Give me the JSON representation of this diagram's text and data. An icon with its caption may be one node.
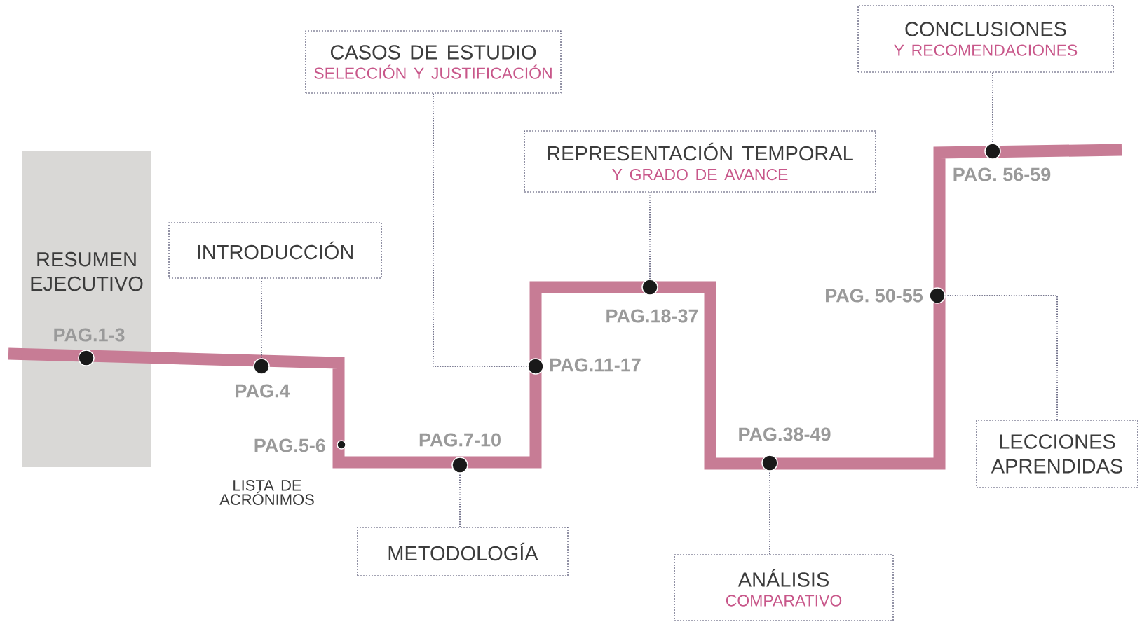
{
  "diagram": {
    "nodes": [
      {
        "text": [
          "RESUMEN EJECUTIVO"
        ]
      },
      {
        "text": [],
        "shape": "circle",
        "beside": [
          "PAG.1-3"
        ],
        "in": 0
      },
      {
        "text": [
          "INTRODUCCIÓN"
        ]
      },
      {
        "text": [],
        "shape": "circle",
        "beside": [
          "PAG.4"
        ]
      },
      {
        "text": [],
        "shape": "circle",
        "beside": [
          "PAG.5-6",
          "LISTA DE ACRÓNIMOS"
        ]
      },
      {
        "text": [],
        "shape": "circle",
        "beside": [
          "PAG.7-10"
        ]
      },
      {
        "text": [
          "METODOLOGÍA"
        ]
      },
      {
        "text": [
          "CASOS DE ESTUDIO",
          "SELECCIÓN Y JUSTIFICACIÓN"
        ]
      },
      {
        "text": [],
        "shape": "circle",
        "beside": [
          "PAG.11-17"
        ]
      },
      {
        "text": [
          "REPRESENTACIÓN TEMPORAL",
          "Y GRADO DE AVANCE"
        ]
      },
      {
        "text": [],
        "shape": "circle",
        "beside": [
          "PAG.18-37"
        ]
      },
      {
        "text": [],
        "shape": "circle",
        "beside": [
          "PAG.38-49"
        ]
      },
      {
        "text": [
          "ANÁLISIS",
          "COMPARATIVO"
        ]
      },
      {
        "text": [],
        "shape": "circle",
        "beside": [
          "PAG. 50-55"
        ]
      },
      {
        "text": [
          "LECCIONES APRENDIDAS"
        ]
      },
      {
        "text": [
          "CONCLUSIONES",
          "Y RECOMENDACIONES"
        ]
      },
      {
        "text": [],
        "shape": "circle",
        "beside": [
          "PAG. 56-59"
        ]
      }
    ],
    "edges": [
      {
        "from": 2,
        "to": 3,
        "arrow": "none"
      },
      {
        "from": 6,
        "to": 5,
        "arrow": "none"
      },
      {
        "from": 7,
        "to": 8,
        "arrow": "none"
      },
      {
        "from": 9,
        "to": 10,
        "arrow": "none"
      },
      {
        "from": 12,
        "to": 11,
        "arrow": "none"
      },
      {
        "from": 14,
        "to": 13,
        "arrow": "none"
      },
      {
        "from": 15,
        "to": 16,
        "arrow": "none"
      }
    ]
  }
}
